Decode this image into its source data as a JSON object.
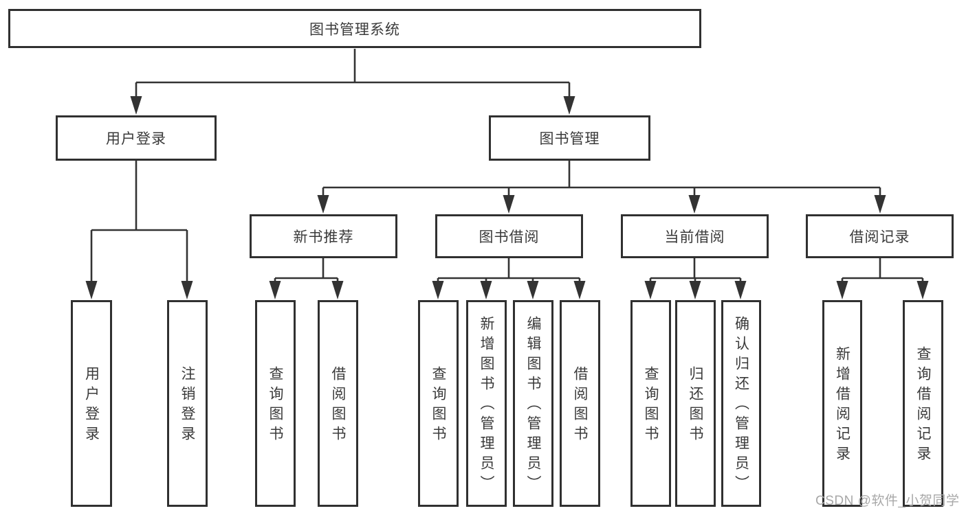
{
  "diagram": {
    "type": "tree",
    "root": "图书管理系统",
    "level2": [
      "用户登录",
      "图书管理"
    ],
    "level3": [
      "新书推荐",
      "图书借阅",
      "当前借阅",
      "借阅记录"
    ],
    "leaves": {
      "user_login": [
        "用户登录",
        "注销登录"
      ],
      "new_book_recommendation": [
        "查询图书",
        "借阅图书"
      ],
      "book_borrowing": [
        "查询图书",
        "新增图书（管理员）",
        "编辑图书（管理员）",
        "借阅图书"
      ],
      "current_borrowing": [
        "查询图书",
        "归还图书",
        "确认归还（管理员）"
      ],
      "borrowing_records": [
        "新增借阅记录",
        "查询借阅记录"
      ]
    },
    "hierarchy_note": "图书管理系统 → 用户登录(用户登录/注销登录); 图书管理 → 新书推荐/图书借阅/当前借阅/借阅记录"
  },
  "watermark": {
    "text": "CSDN @软件_小贺同学",
    "color": "#a8a8a8"
  },
  "colors": {
    "line": "#333333",
    "box_border": "#303030",
    "text": "#3a3a3a",
    "background": "#ffffff"
  }
}
